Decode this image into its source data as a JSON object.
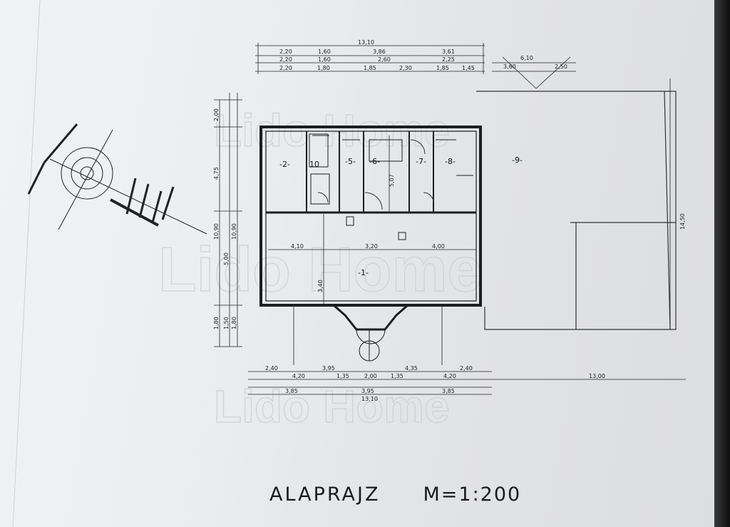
{
  "title": "ALAPRAJZ",
  "scale": "M=1:200",
  "watermark": "Lido Home",
  "rooms": [
    "-1-",
    "-2-",
    "-5-",
    "-6-",
    "-7-",
    "-8-",
    "-9-",
    "10"
  ],
  "dimensions": {
    "top_total": "13,10",
    "top_row1": [
      "2,20",
      "1,60",
      "3,86",
      "3,61"
    ],
    "top_row2": [
      "2,20",
      "1,60",
      "2,60",
      "2,25"
    ],
    "top_row3": [
      "2,20",
      "1,80",
      "1,85",
      "2,30",
      "1,85",
      "1,45"
    ],
    "garage_width": "6,10",
    "garage_sub": [
      "3,60",
      "2,50"
    ],
    "left_outer": [
      "2,00",
      "4,75",
      "10,90",
      "1,80"
    ],
    "left_inner": [
      "5,00",
      "3,40",
      "1,50"
    ],
    "right_side": "14,50",
    "middle_row": [
      "4,10",
      "3,20",
      "4,00"
    ],
    "bottom_row1": [
      "2,40",
      "3,95",
      "4,35",
      "2,40"
    ],
    "bottom_row2": [
      "4,20",
      "1,35",
      "2,00",
      "1,35",
      "4,20"
    ],
    "bottom_row3": [
      "3,85",
      "3,95",
      "3,85"
    ],
    "bottom_total": "13,10",
    "bottom_extension": "13,00",
    "room_height": "5,07"
  }
}
